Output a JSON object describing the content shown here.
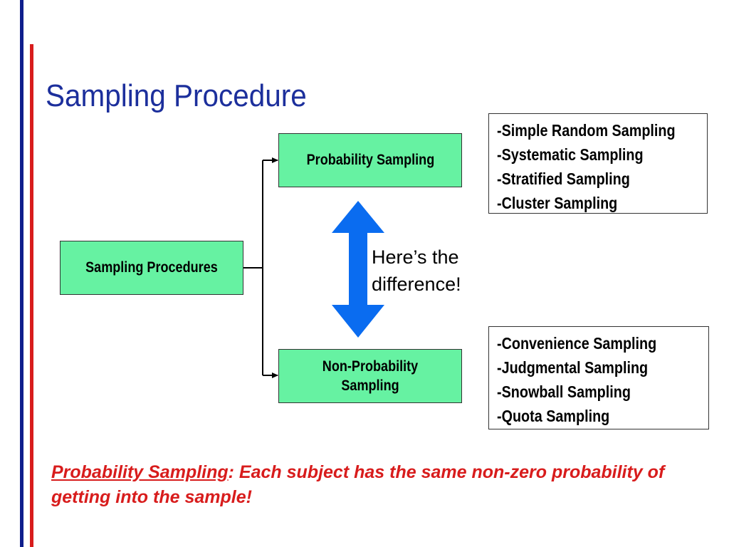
{
  "slide": {
    "title": "Sampling Procedure",
    "accent_colors": {
      "title": "#1c2f9c",
      "box_fill": "#66f2a2",
      "arrow": "#0a6cf0",
      "note": "#d81c1c"
    }
  },
  "diagram": {
    "root_box": "Sampling Procedures",
    "probability_box": "Probability Sampling",
    "nonprobability_box": "Non-Probability Sampling",
    "probability_methods": [
      "-Simple Random Sampling",
      "-Systematic Sampling",
      "-Stratified Sampling",
      "-Cluster Sampling"
    ],
    "nonprobability_methods": [
      "-Convenience Sampling",
      "-Judgmental Sampling",
      "-Snowball Sampling",
      "-Quota Sampling"
    ],
    "difference_callout": "Here’s the difference!"
  },
  "footnote": {
    "term": "Probability Sampling",
    "text": ": Each subject has the same non-zero probability of getting into the sample!"
  }
}
